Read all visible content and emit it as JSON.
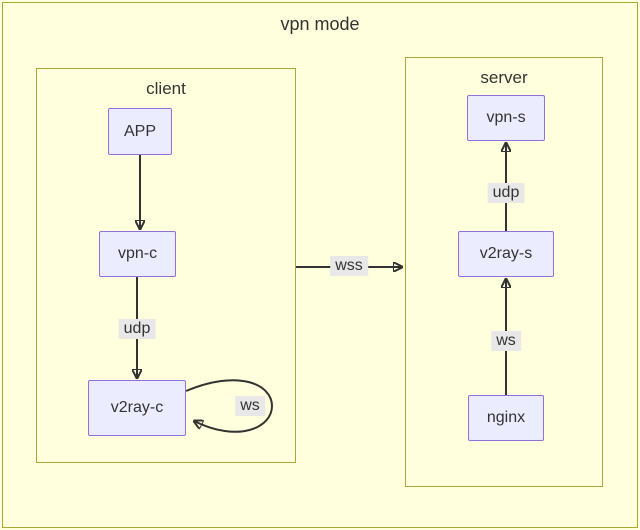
{
  "diagram": {
    "title": "vpn mode",
    "subgraphs": [
      {
        "id": "client",
        "label": "client"
      },
      {
        "id": "server",
        "label": "server"
      }
    ],
    "nodes": [
      {
        "id": "app",
        "label": "APP"
      },
      {
        "id": "vpn-c",
        "label": "vpn-c"
      },
      {
        "id": "v2ray-c",
        "label": "v2ray-c"
      },
      {
        "id": "vpn-s",
        "label": "vpn-s"
      },
      {
        "id": "v2ray-s",
        "label": "v2ray-s"
      },
      {
        "id": "nginx",
        "label": "nginx"
      }
    ],
    "edges": [
      {
        "from": "APP",
        "to": "vpn-c",
        "label": ""
      },
      {
        "from": "vpn-c",
        "to": "v2ray-c",
        "label": "udp"
      },
      {
        "from": "v2ray-c",
        "to": "v2ray-c",
        "label": "ws"
      },
      {
        "from": "client",
        "to": "server",
        "label": "wss"
      },
      {
        "from": "nginx",
        "to": "v2ray-s",
        "label": "ws"
      },
      {
        "from": "v2ray-s",
        "to": "vpn-s",
        "label": "udp"
      }
    ],
    "colors": {
      "background": "#ffffde",
      "node_fill": "#ececff",
      "node_border": "#9370db",
      "subgraph_border": "#aaaa33",
      "edge": "#333333",
      "edge_label_bg": "#e8e8e8",
      "text": "#333333"
    }
  }
}
